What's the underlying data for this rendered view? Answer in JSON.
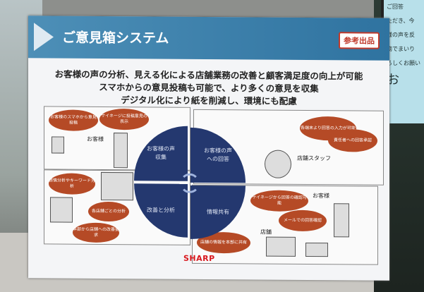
{
  "monitor": {
    "lines": [
      "ご回答",
      "ただき、今",
      "様の声を反",
      "務でまいり",
      "ろしくお願い"
    ],
    "big": "お"
  },
  "sign": {
    "title": "ご意見箱システム",
    "badge": "参考出品",
    "lead": [
      "お客様の声の分析、見える化による店舗業務の改善と顧客満足度の向上が可能",
      "スマホからの意見投稿も可能で、より多くの意見を収集",
      "デジタル化により紙を削減し、環境にも配慮"
    ],
    "quadrants": {
      "collect": {
        "center": "お客様の声\n収集",
        "bubbles": [
          "お客様のスマホから意見投稿",
          "サイネージに投稿意見の表示"
        ],
        "label": "お客様"
      },
      "reply": {
        "center": "お客様の声\nへの回答",
        "bubbles": [
          "各端末より回答の入力が可能",
          "責任者への回答承認"
        ],
        "label": "店舗スタッフ"
      },
      "analysis": {
        "center": "改善と分析",
        "bubbles": [
          "感情分析やキーワード分析",
          "各店舗ごとの分析",
          "本部から店舗への改善要求"
        ]
      },
      "share": {
        "center": "情報共有",
        "bubbles": [
          "サイネージから回答の確認可能",
          "メールでの回答確認",
          "店舗の情報を本部に共有"
        ],
        "label_customer": "お客様",
        "label_store": "店舗"
      }
    },
    "brand": "SHARP"
  }
}
